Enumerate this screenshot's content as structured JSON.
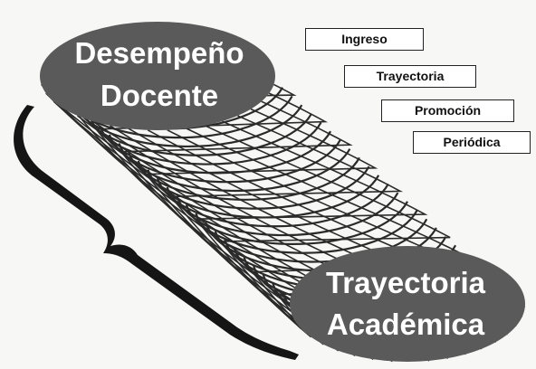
{
  "diagram": {
    "top_ellipse": {
      "line1": "Desempeño",
      "line2": "Docente"
    },
    "bottom_ellipse": {
      "line1": "Trayectoria",
      "line2": "Académica"
    },
    "stages": [
      "Ingreso",
      "Trayectoria",
      "Promoción",
      "Periódica"
    ]
  },
  "colors": {
    "ellipse_fill": "#5a5a5a",
    "mesh": "#2a2a2a",
    "bracket": "#151515",
    "label_text": "#ffffff"
  }
}
